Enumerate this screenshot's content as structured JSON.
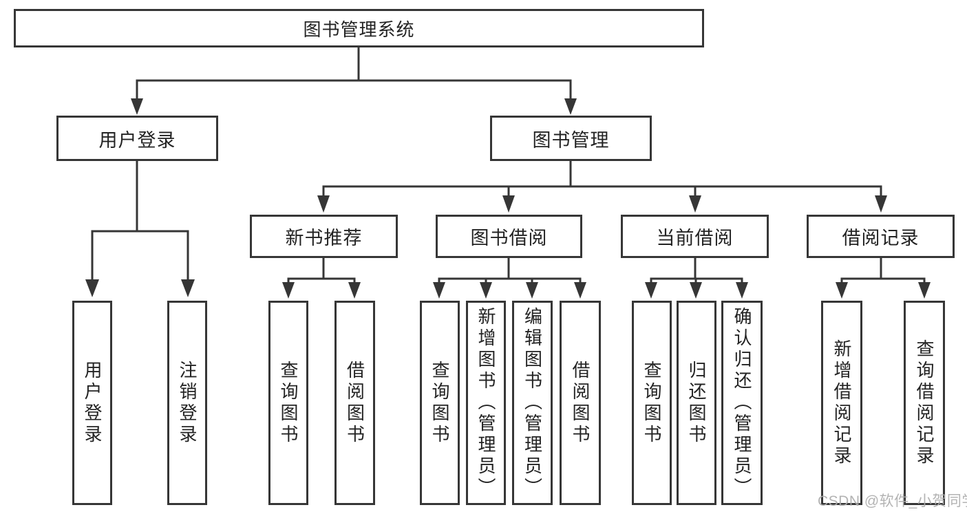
{
  "tree": {
    "root": "图书管理系统",
    "branches": [
      {
        "label": "用户登录",
        "children": [
          "用户登录",
          "注销登录"
        ]
      },
      {
        "label": "图书管理",
        "children": [
          {
            "label": "新书推荐",
            "children": [
              "查询图书",
              "借阅图书"
            ]
          },
          {
            "label": "图书借阅",
            "children": [
              "查询图书",
              "新增图书（管理员）",
              "编辑图书（管理员）",
              "借阅图书"
            ]
          },
          {
            "label": "当前借阅",
            "children": [
              "查询图书",
              "归还图书",
              "确认归还（管理员）"
            ]
          },
          {
            "label": "借阅记录",
            "children": [
              "新增借阅记录",
              "查询借阅记录"
            ]
          }
        ]
      }
    ]
  },
  "watermark": "CSDN @软件_小贺同学",
  "colors": {
    "line": "#363636",
    "text": "#232323",
    "watermark": "#adadad",
    "background": "#ffffff"
  }
}
